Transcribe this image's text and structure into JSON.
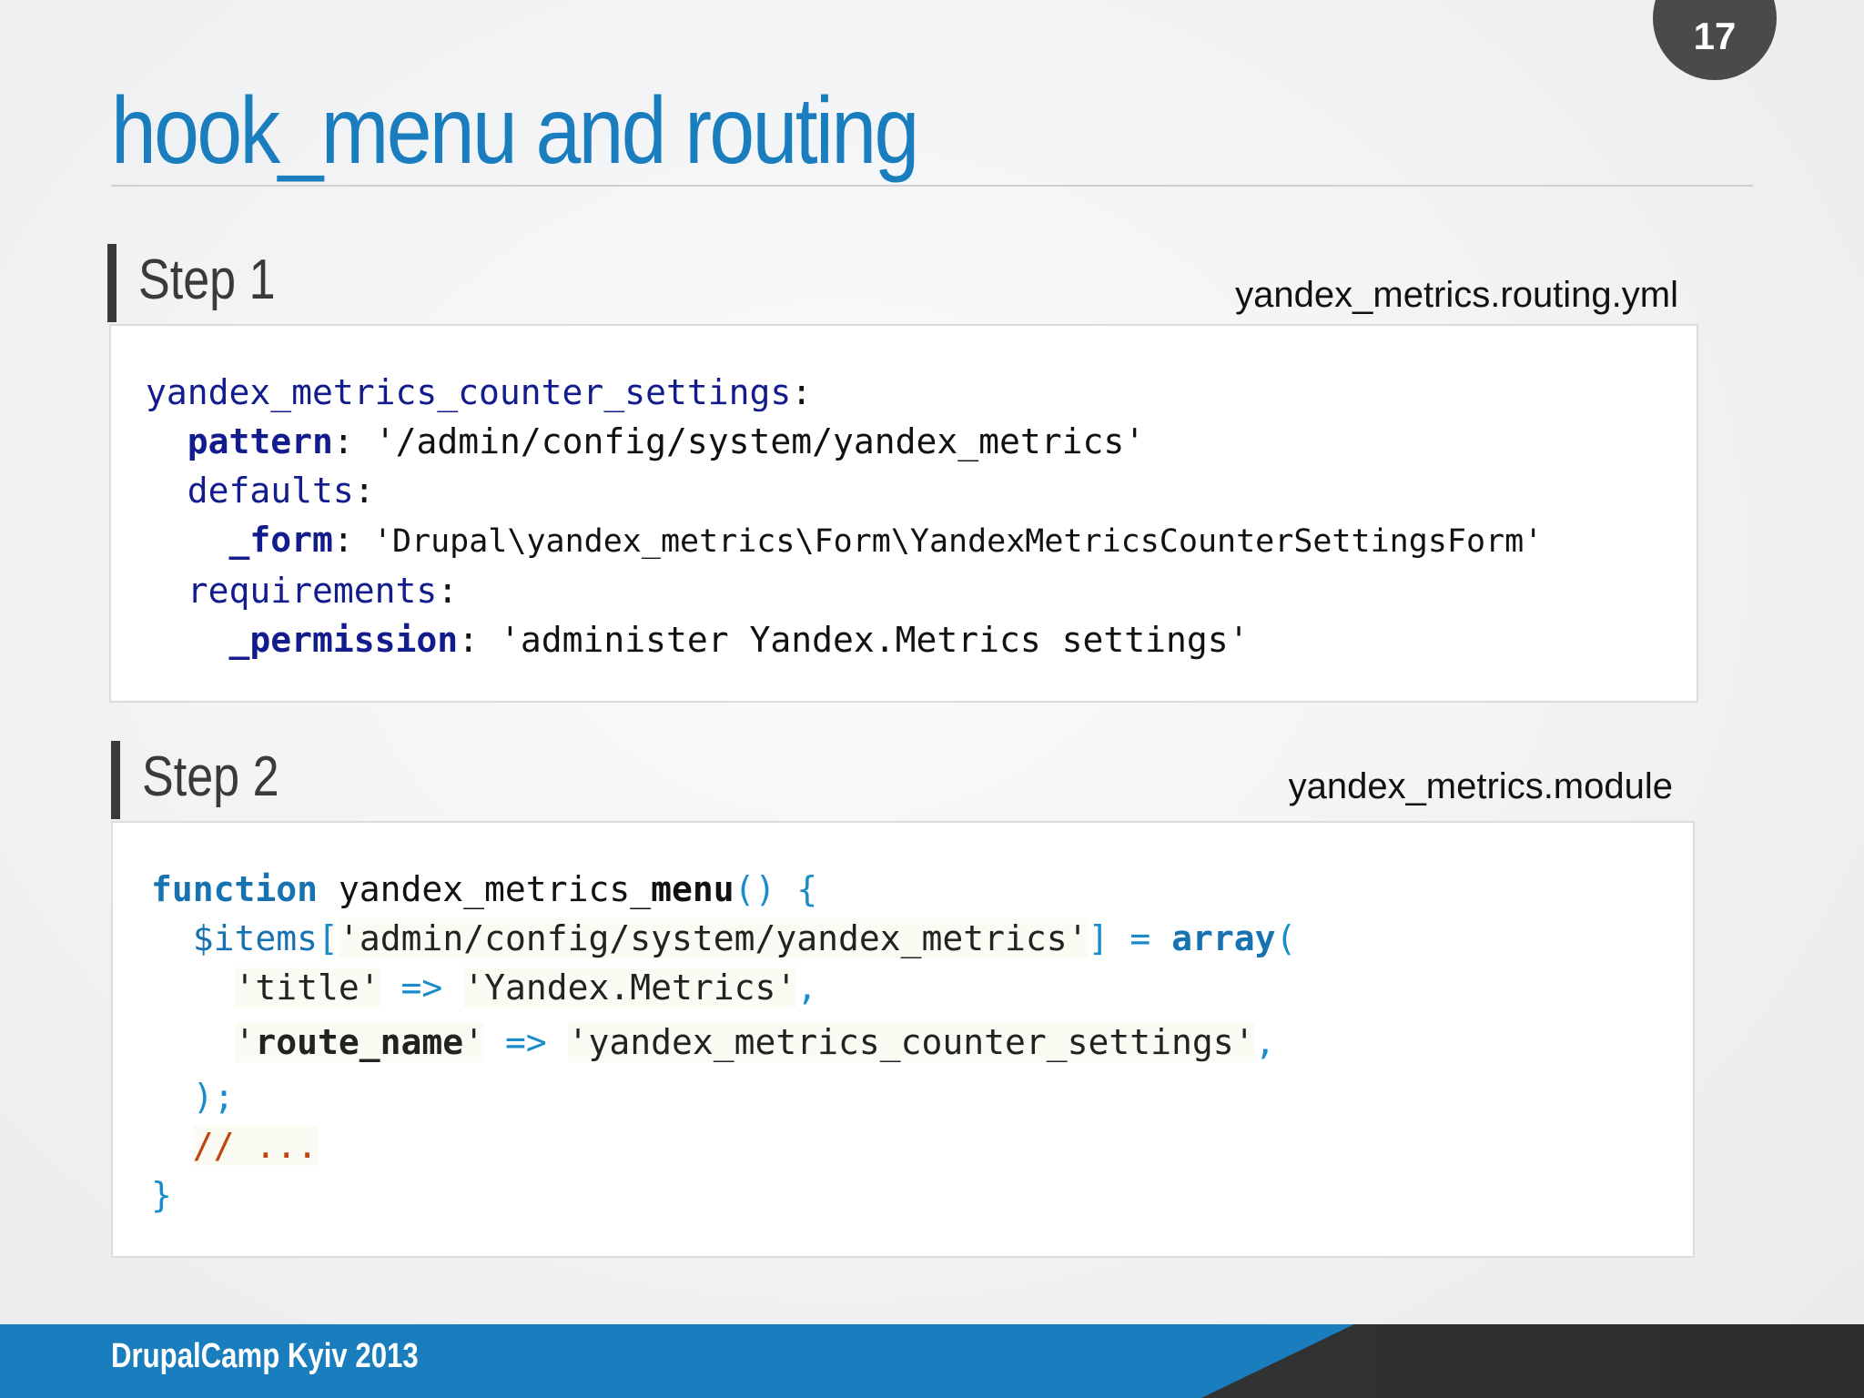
{
  "slide": {
    "number": "17",
    "title": "hook_menu and routing",
    "footer": "DrupalCamp Kyiv 2013"
  },
  "step1": {
    "heading": "Step 1",
    "file": "yandex_metrics.routing.yml",
    "code": {
      "route_name": "yandex_metrics_counter_settings",
      "colon": ":",
      "pattern_key": "pattern",
      "pattern_value": " '/admin/config/system/yandex_metrics'",
      "defaults_key": "defaults",
      "form_key": "_form",
      "form_value": " 'Drupal\\yandex_metrics\\Form\\YandexMetricsCounterSettingsForm'",
      "requirements_key": "requirements",
      "permission_key": "_permission",
      "permission_value": " 'administer Yandex.Metrics settings'"
    }
  },
  "step2": {
    "heading": "Step 2",
    "file": "yandex_metrics.module",
    "code": {
      "kw_function": "function",
      "fn_prefix": " yandex_metrics_",
      "fn_bold": "menu",
      "fn_open": "() {",
      "items_var": "$items",
      "bracket_open": "[",
      "items_path": "'admin/config/system/yandex_metrics'",
      "bracket_close": "]",
      "assign": " = ",
      "kw_array": "array",
      "paren_open": "(",
      "title_key": "'title'",
      "arrow": " => ",
      "title_value": "'Yandex.Metrics'",
      "comma": ",",
      "quote": "'",
      "route_key": "route_name",
      "route_value": "'yandex_metrics_counter_settings'",
      "close_array": ");",
      "comment": "// ...",
      "close_fn": "}"
    }
  }
}
